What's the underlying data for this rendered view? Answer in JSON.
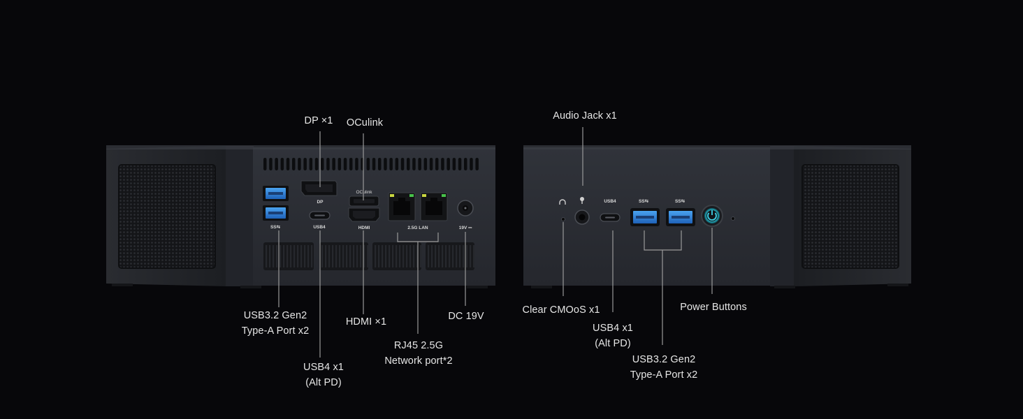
{
  "rear_panel": {
    "labels": {
      "dp": "DP ×1",
      "oculink": "OCulink",
      "usb32_line1": "USB3.2 Gen2",
      "usb32_line2": "Type-A Port x2",
      "usb4_line1": "USB4 x1",
      "usb4_line2": "(Alt PD)",
      "hdmi": "HDMI ×1",
      "rj45_line1": "RJ45 2.5G",
      "rj45_line2": "Network port*2",
      "dc": "DC 19V"
    },
    "silkscreen": {
      "dp": "DP",
      "oculink": "OCulink",
      "usb3": "SS⇆",
      "usb4": "USB4",
      "hdmi": "HDMI",
      "lan": "2.5G LAN",
      "dc": "19V ⎓"
    }
  },
  "front_panel": {
    "labels": {
      "audio": "Audio Jack x1",
      "cmos": "Clear CMOoS x1",
      "usb4_line1": "USB4 x1",
      "usb4_line2": "(Alt PD)",
      "usb32_line1": "USB3.2 Gen2",
      "usb32_line2": "Type-A Port x2",
      "power": "Power Buttons"
    },
    "silkscreen": {
      "usb4": "USB4",
      "usb3a": "SS⇆",
      "usb3b": "SS⇆"
    }
  },
  "colors": {
    "background": "#07070a",
    "chassis": "#2b2e35",
    "usb3_port": "#2e7fd6",
    "power_glow": "#3fd1e6",
    "leader_line": "#9a9a9a"
  }
}
